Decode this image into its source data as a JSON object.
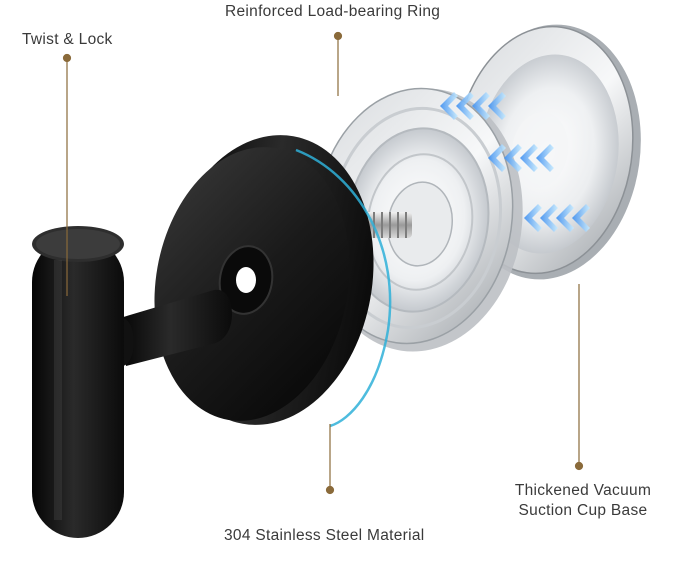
{
  "callouts": {
    "ring": "Reinforced Load-bearing Ring",
    "twist": "Twist & Lock",
    "steel": "304 Stainless Steel Material",
    "base_line1": "Thickened Vacuum",
    "base_line2": "Suction Cup Base"
  },
  "colors": {
    "leader": "#8a6a3a",
    "text": "#3a3a3a",
    "hook_black": "#161616",
    "accent_blue": "#2fb0d8",
    "arrow_blue": "#6ec3ff"
  }
}
